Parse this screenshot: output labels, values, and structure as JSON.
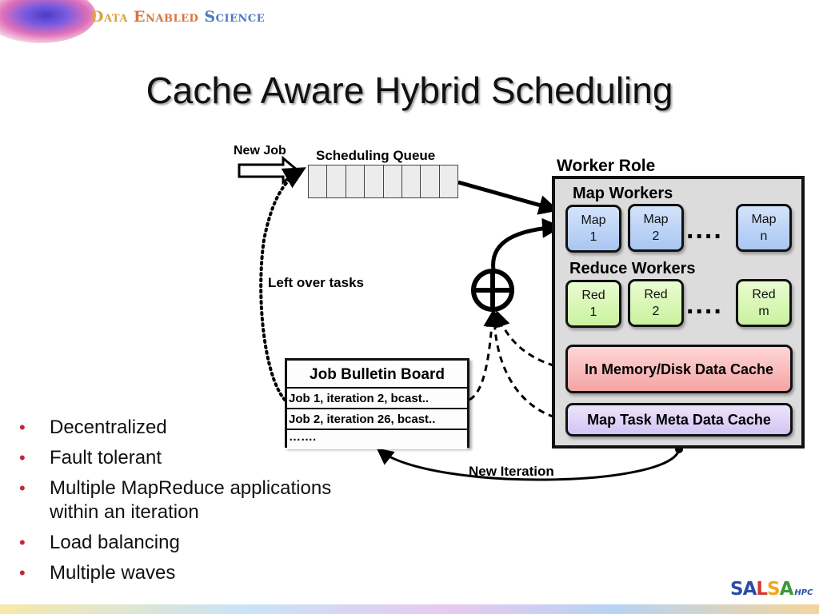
{
  "header": {
    "brand_word1": "Data",
    "brand_word2": "Enabled",
    "brand_word3": "Science",
    "title": "Cache Aware Hybrid Scheduling"
  },
  "diagram": {
    "new_job": "New Job",
    "scheduling_queue": "Scheduling Queue",
    "left_over_tasks": "Left over tasks",
    "new_iteration": "New Iteration",
    "worker_role": {
      "title": "Worker Role",
      "map_workers_label": "Map Workers",
      "reduce_workers_label": "Reduce Workers",
      "map_workers": [
        "Map\n1",
        "Map\n2",
        "Map\nn"
      ],
      "reduce_workers": [
        "Red\n1",
        "Red\n2",
        "Red\nm"
      ],
      "ellipsis": "....",
      "data_cache": "In Memory/Disk Data Cache",
      "meta_cache": "Map Task Meta Data Cache"
    },
    "bulletin_board": {
      "title": "Job Bulletin Board",
      "rows": [
        "Job 1, iteration 2, bcast..",
        "Job 2, iteration 26, bcast..",
        "……."
      ]
    },
    "combine_symbol": "⊕"
  },
  "bullets": [
    "Decentralized",
    "Fault tolerant",
    "Multiple MapReduce applications within an iteration",
    "Load balancing",
    "Multiple waves"
  ],
  "footer_logo": {
    "letters": [
      "SA",
      "L",
      "S",
      "A"
    ],
    "suffix": "HPC"
  },
  "colors": {
    "bullet": "#c0273d",
    "map_worker": "#a9c6f2",
    "reduce_worker": "#c9f29e",
    "data_cache": "#f4a4a4",
    "meta_cache": "#d3c4f3",
    "worker_role_bg": "#dcdcdc"
  }
}
